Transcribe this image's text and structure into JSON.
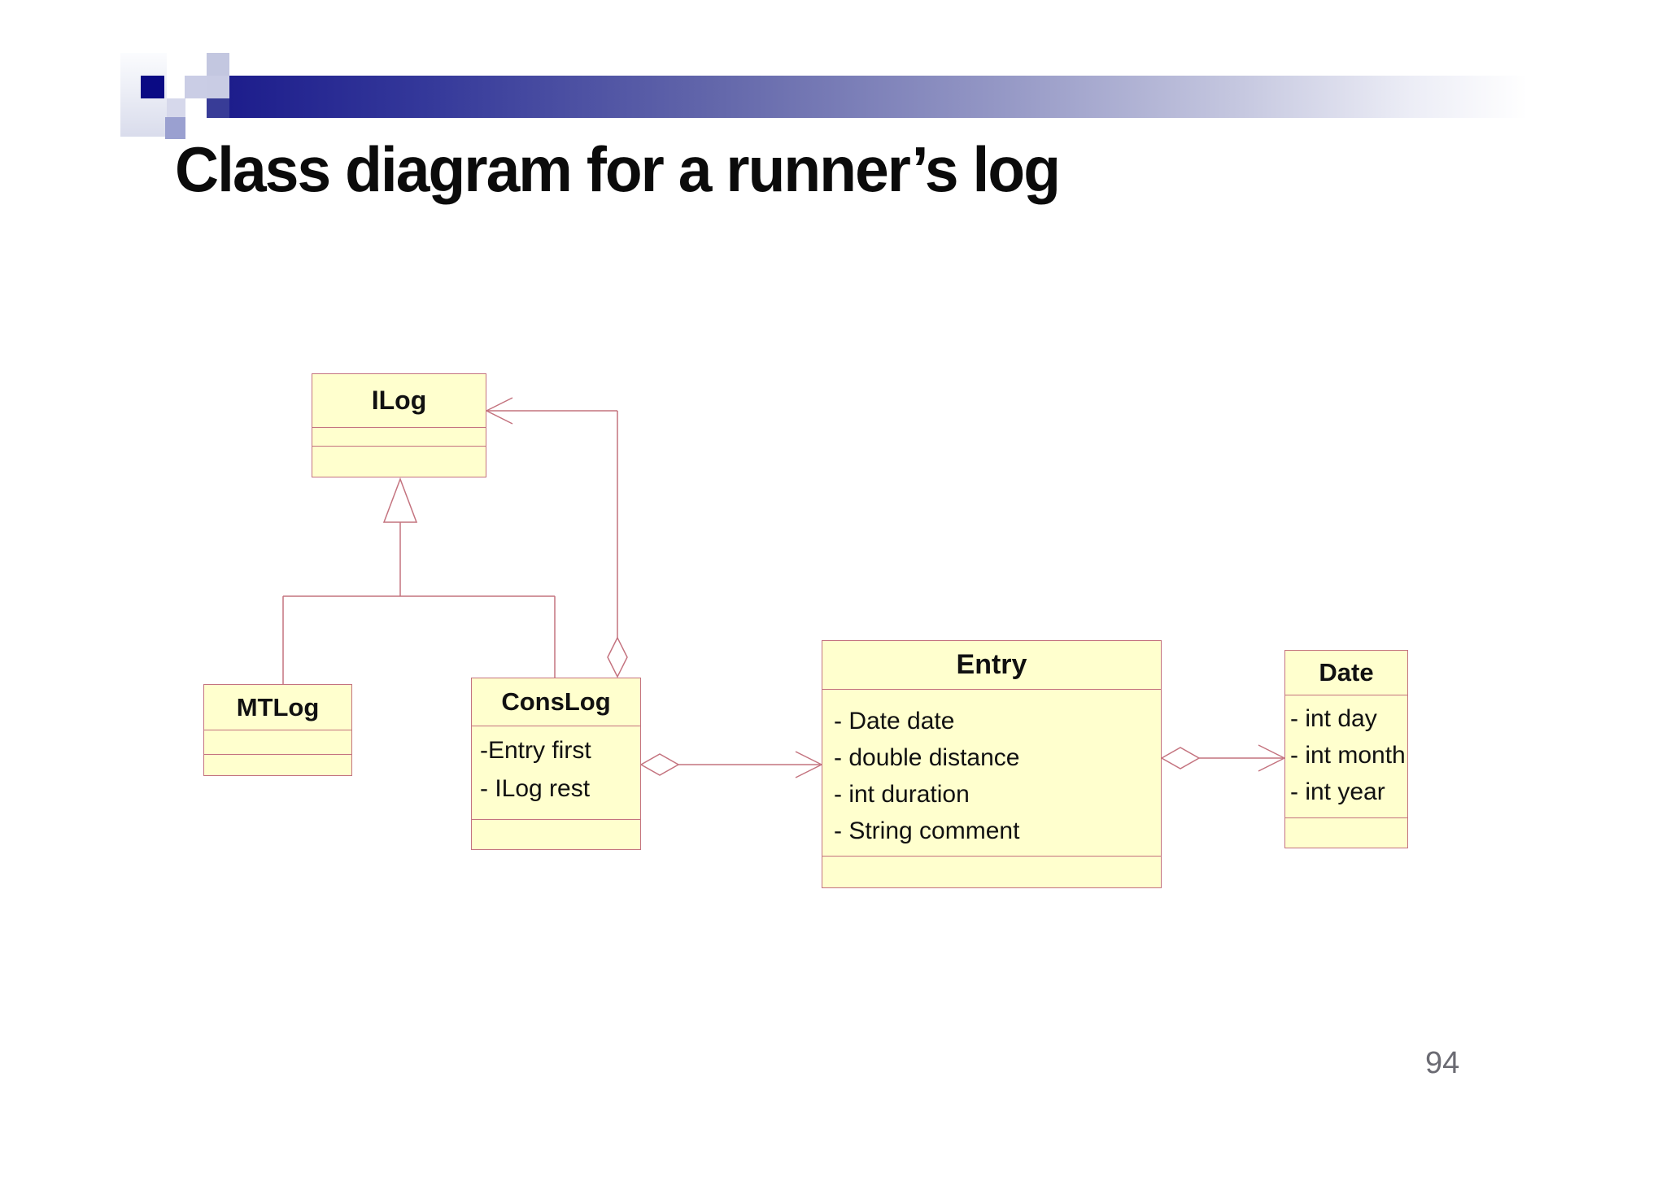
{
  "slide": {
    "title": "Class diagram for a runner’s log",
    "page_number": "94"
  },
  "diagram": {
    "classes": [
      {
        "name": "ILog",
        "fields": []
      },
      {
        "name": "MTLog",
        "fields": []
      },
      {
        "name": "ConsLog",
        "fields": [
          "-Entry first",
          "- ILog rest"
        ]
      },
      {
        "name": "Entry",
        "fields": [
          "- Date date",
          "- double distance",
          "- int duration",
          "- String comment"
        ]
      },
      {
        "name": "Date",
        "fields": [
          "- int day",
          "- int month",
          "- int year"
        ]
      }
    ],
    "relationships": [
      {
        "type": "generalization",
        "from": "MTLog",
        "to": "ILog"
      },
      {
        "type": "generalization",
        "from": "ConsLog",
        "to": "ILog"
      },
      {
        "type": "aggregation",
        "from": "ConsLog",
        "to": "ILog"
      },
      {
        "type": "aggregation",
        "from": "ConsLog",
        "to": "Entry"
      },
      {
        "type": "aggregation",
        "from": "Entry",
        "to": "Date"
      }
    ],
    "colors": {
      "box_fill": "#FFFFCE",
      "box_border": "#C4737F",
      "connector": "#C4737F",
      "header_bar_navy": "#1D1D8C"
    }
  }
}
